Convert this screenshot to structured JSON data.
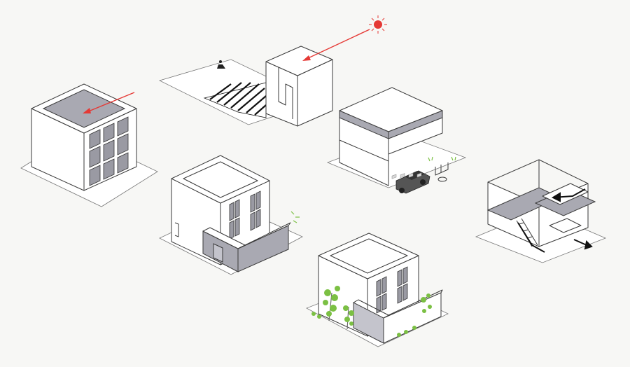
{
  "colors": {
    "background": "#f7f7f5",
    "line": "#3a3a3a",
    "wall": "#ffffff",
    "roof_grey": "#a9a9b2",
    "sun": "#e53935",
    "sun_ray_arrow": "#e53935",
    "greenery": "#7bc043",
    "car": "#555555"
  },
  "modules": [
    {
      "id": "roof-light",
      "icon": "sunlight-arrow-icon"
    },
    {
      "id": "courtyard-shadow",
      "icon": "sun-icon"
    },
    {
      "id": "ground-parking",
      "icon": "car-icon"
    },
    {
      "id": "stair-void",
      "icon": "stair-arrow-icon"
    },
    {
      "id": "privacy-wall",
      "icon": "sparkle-icon"
    },
    {
      "id": "garden-greenery",
      "icon": "tree-icon"
    }
  ]
}
